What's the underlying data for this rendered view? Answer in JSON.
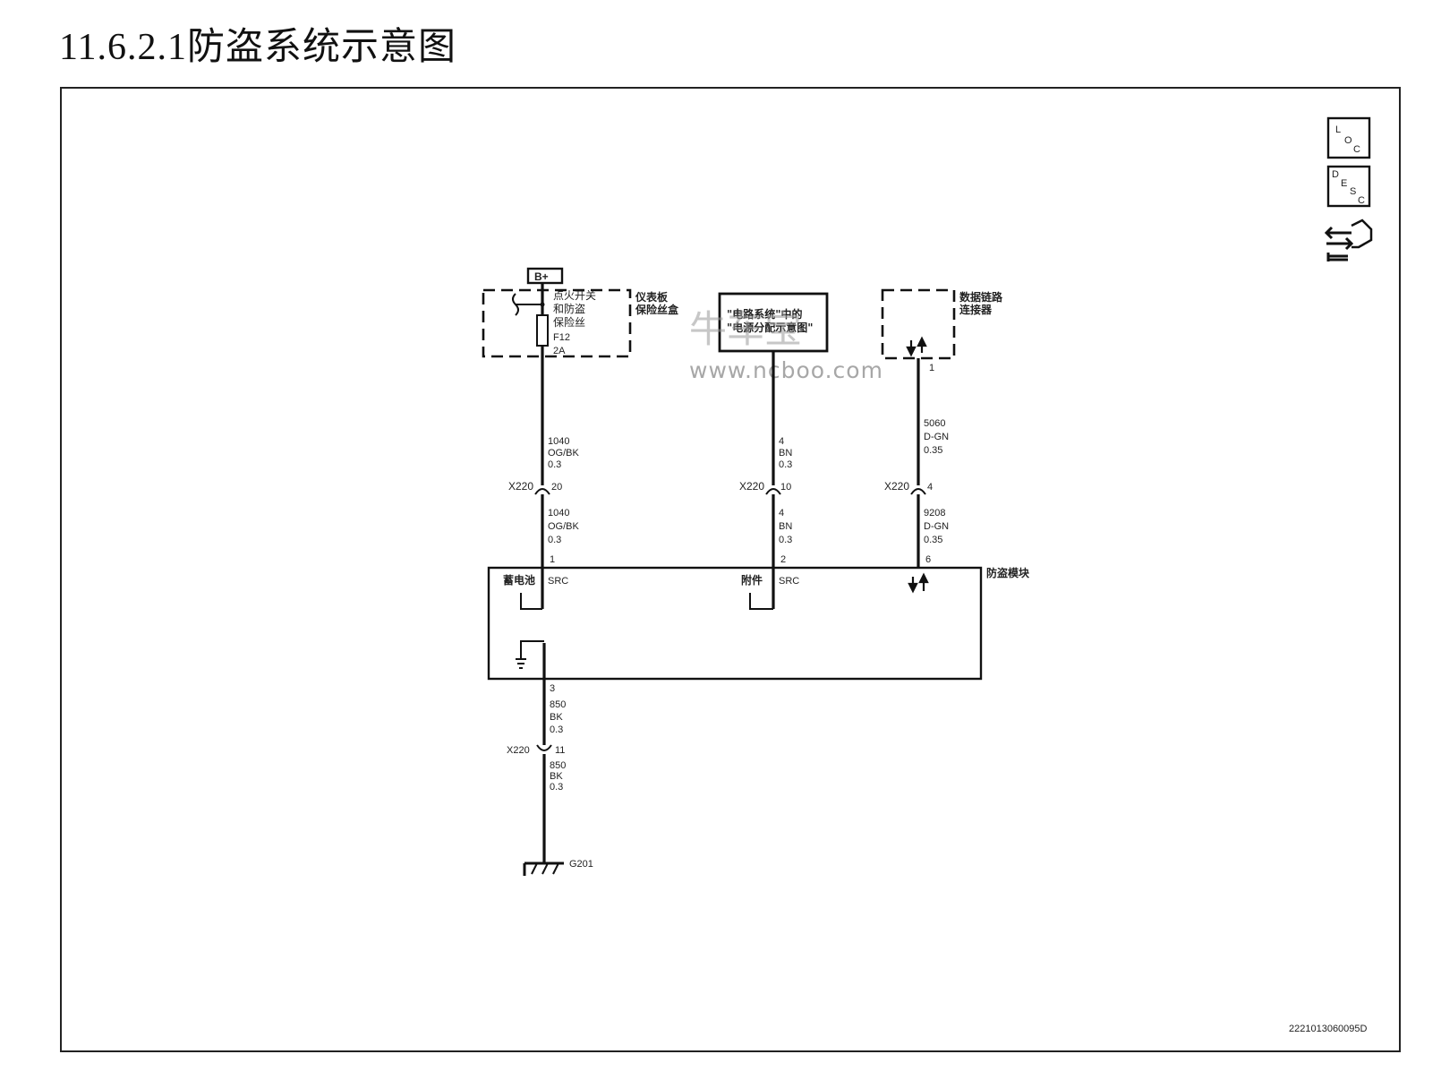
{
  "title": "11.6.2.1防盗系统示意图",
  "icons": {
    "loc": [
      "L",
      "O",
      "C"
    ],
    "desc": [
      "D",
      "E",
      "S",
      "C"
    ],
    "procedure_icon": "hand-wrench-arrows-icon"
  },
  "power": {
    "label": "B+"
  },
  "fuse_block": {
    "switch_fuse_label": [
      "点火开关",
      "和防盗",
      "保险丝"
    ],
    "fuse_id": "F12",
    "fuse_rating": "2A",
    "block_label": [
      "仪表板",
      "保险丝盒"
    ]
  },
  "power_ref_box": {
    "text": [
      "\"电路系统\"中的",
      "\"电源分配示意图\""
    ]
  },
  "dlc": {
    "label": [
      "数据链路",
      "连接器"
    ],
    "pin": "1"
  },
  "wires": {
    "left_upper": [
      "1040",
      "OG/BK",
      "0.3"
    ],
    "left_lower": [
      "1040",
      "OG/BK",
      "0.3"
    ],
    "mid_upper": [
      "4",
      "BN",
      "0.3"
    ],
    "mid_lower": [
      "4",
      "BN",
      "0.3"
    ],
    "right_upper": [
      "5060",
      "D-GN",
      "0.35"
    ],
    "right_lower": [
      "9208",
      "D-GN",
      "0.35"
    ],
    "ground_upper": [
      "850",
      "BK",
      "0.3"
    ],
    "ground_lower": [
      "850",
      "BK",
      "0.3"
    ]
  },
  "connectors": {
    "left": {
      "name": "X220",
      "pin": "20"
    },
    "mid": {
      "name": "X220",
      "pin": "10"
    },
    "right": {
      "name": "X220",
      "pin": "4"
    },
    "ground": {
      "name": "X220",
      "pin": "11"
    }
  },
  "module": {
    "name": "防盗模块",
    "pin_battery": "1",
    "pin_accessory": "2",
    "pin_data": "6",
    "pin_ground": "3",
    "battery_label": "蓄电池",
    "accessory_label": "附件",
    "src_1": "SRC",
    "src_2": "SRC"
  },
  "ground_point": "G201",
  "diagram_id": "2221013060095D",
  "watermark": {
    "cn": "牛车宝",
    "url": "www.ncboo.com"
  }
}
